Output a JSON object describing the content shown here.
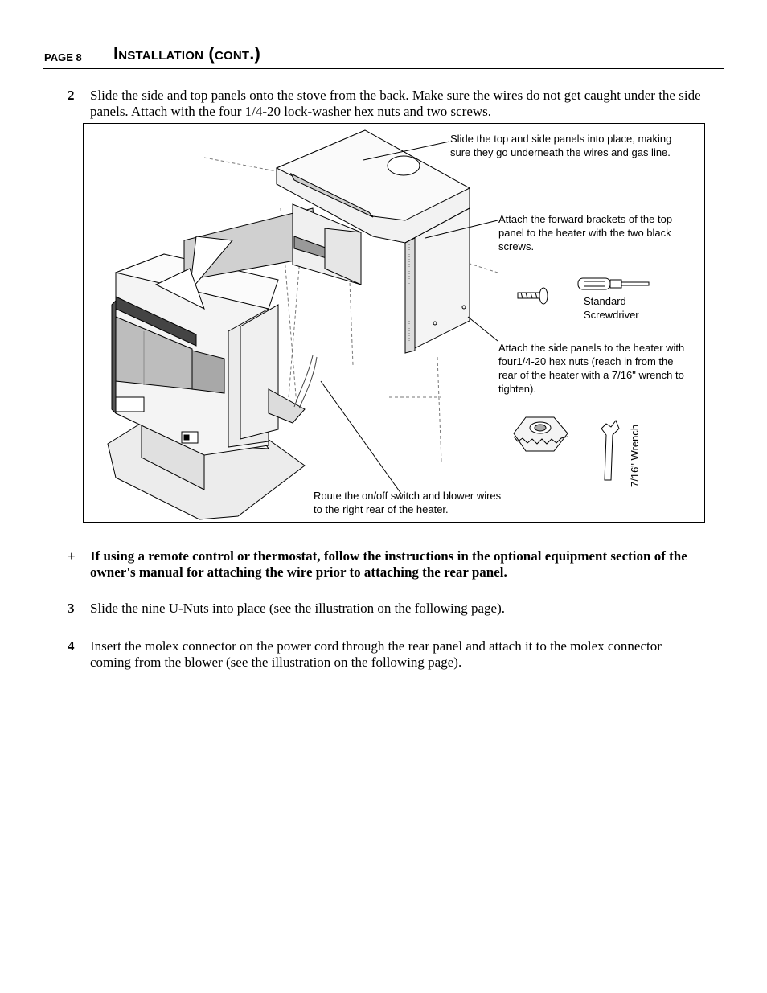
{
  "header": {
    "page_label": "PAGE 8",
    "title": "Installation (cont.)"
  },
  "steps": [
    {
      "number": "2",
      "text": "Slide the side and top panels onto the stove from the back.  Make sure the wires do not get caught under the side panels.  Attach with the four 1/4-20 lock-washer hex nuts and two screws."
    },
    {
      "number": "+",
      "text": "If using a remote control or thermostat, follow the instructions in the optional equipment section of the owner's manual for attaching the wire prior to attaching the rear panel."
    },
    {
      "number": "3",
      "text": "Slide the nine U-Nuts into place (see the illustration on the following page)."
    },
    {
      "number": "4",
      "text": "Insert the molex connector on the power cord through the rear panel and attach it to the molex connector coming from the blower (see the illustration on the following page)."
    }
  ],
  "figure": {
    "callout_top": "Slide the top and side panels into place, making sure they go underneath the wires and gas line.",
    "callout_brackets": "Attach the forward brackets of the top panel to the heater with the two black screws.",
    "callout_screwdriver": "Standard Screwdriver",
    "callout_side": "Attach the side panels to the heater with four1/4-20 hex nuts (reach in from the rear of the heater with a 7/16\"  wrench to tighten).",
    "callout_wires": "Route the on/off switch and blower wires to the right rear of the heater.",
    "wrench_label": "7/16\" Wrench"
  }
}
